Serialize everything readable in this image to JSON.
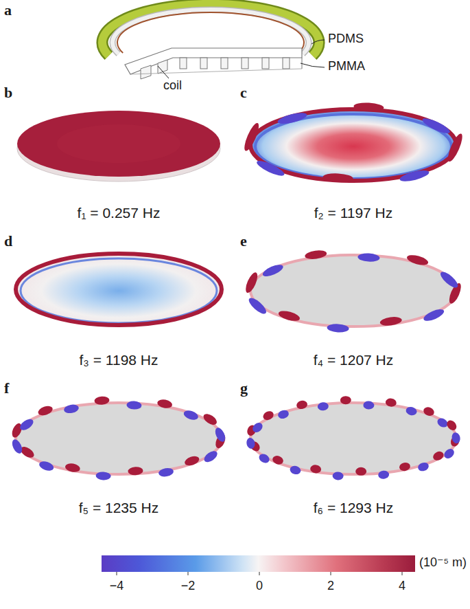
{
  "diagram": {
    "labels": [
      "a",
      "PDMS",
      "PMMA",
      "coil",
      "b",
      "c",
      "f₁ = 0.257 Hz",
      "f₂ = 1197 Hz",
      "d",
      "e",
      "f₃ = 1198 Hz",
      "f₄ = 1207 Hz",
      "f",
      "g",
      "f₅ = 1235 Hz",
      "f₆ = 1293 Hz",
      "−4",
      "−2",
      "0",
      "2",
      "4",
      "(10⁻⁵ m)"
    ]
  }
}
